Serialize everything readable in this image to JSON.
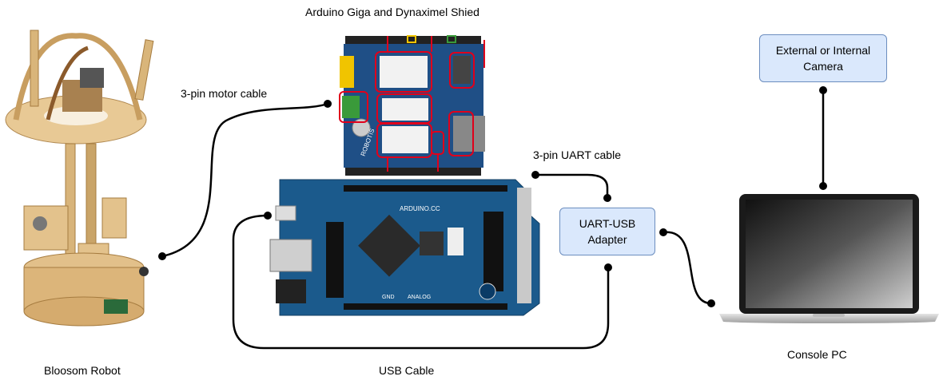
{
  "labels": {
    "shield_title": "Arduino Giga and Dynaximel Shied",
    "motor_cable": "3-pin motor cable",
    "uart_cable": "3-pin UART cable",
    "robot": "Bloosom Robot",
    "usb_cable": "USB Cable",
    "console_pc": "Console PC"
  },
  "boxes": {
    "camera": "External or Internal Camera",
    "uart_usb": "UART-USB Adapter"
  },
  "board_texts": {
    "shield_brand": "ROBOTIS",
    "giga_brand": "ARDUINO.CC",
    "analog": "ANALOG",
    "gnd": "GND"
  },
  "colors": {
    "node_fill": "#dae8fc",
    "node_border": "#6c8ebf",
    "board_blue": "#1b5a8c",
    "shield_blue": "#1f4f86",
    "highlight_red": "#e0001b",
    "wood": "#e2c08a"
  }
}
